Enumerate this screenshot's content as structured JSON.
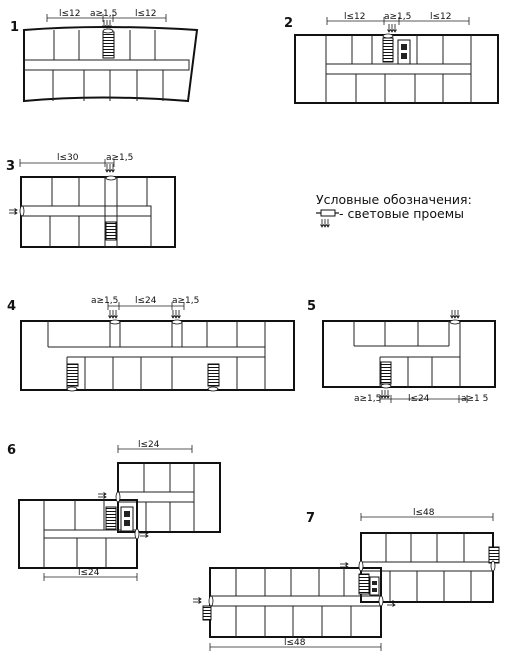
{
  "legend": {
    "title": "Условные обозначения:",
    "item": "- световые проемы"
  },
  "plans": [
    {
      "number": "1",
      "dims": [
        "l≤12",
        "a≥1,5",
        "l≤12"
      ]
    },
    {
      "number": "2",
      "dims": [
        "l≤12",
        "a≥1,5",
        "l≤12"
      ]
    },
    {
      "number": "3",
      "dims": [
        "l≤30",
        "a≥1,5"
      ]
    },
    {
      "number": "4",
      "dims": [
        "a≥1,5",
        "l≤24",
        "a≥1,5"
      ]
    },
    {
      "number": "5",
      "dims": [
        "a≥1,5",
        "l≤24",
        "a≥1 5"
      ]
    },
    {
      "number": "6",
      "dims": [
        "l≤24",
        "l≤24"
      ]
    },
    {
      "number": "7",
      "dims": [
        "l≤48",
        "l≤48"
      ]
    }
  ]
}
